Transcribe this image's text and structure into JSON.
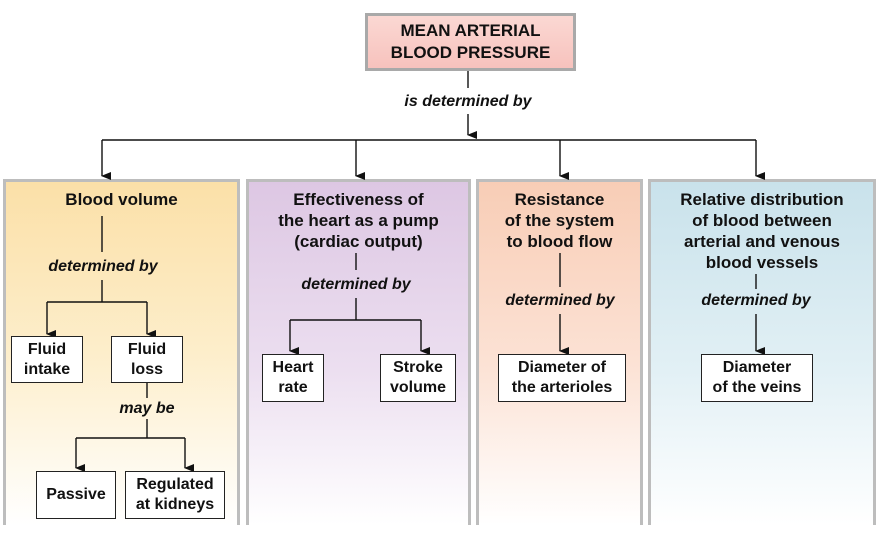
{
  "title": {
    "line1": "MEAN ARTERIAL",
    "line2": "BLOOD PRESSURE"
  },
  "top_connector": "is determined by",
  "columns": [
    {
      "heading": [
        "Blood volume"
      ],
      "connector": "determined by",
      "children": [
        {
          "lines": [
            "Fluid",
            "intake"
          ]
        },
        {
          "lines": [
            "Fluid",
            "loss"
          ]
        }
      ],
      "sub_connector": "may be",
      "sub_children": [
        {
          "lines": [
            "Passive"
          ]
        },
        {
          "lines": [
            "Regulated",
            "at kidneys"
          ]
        }
      ]
    },
    {
      "heading": [
        "Effectiveness of",
        "the heart as a pump",
        "(cardiac output)"
      ],
      "connector": "determined by",
      "children": [
        {
          "lines": [
            "Heart",
            "rate"
          ]
        },
        {
          "lines": [
            "Stroke",
            "volume"
          ]
        }
      ]
    },
    {
      "heading": [
        "Resistance",
        "of the system",
        "to blood flow"
      ],
      "connector": "determined by",
      "children": [
        {
          "lines": [
            "Diameter of",
            "the arterioles"
          ]
        }
      ]
    },
    {
      "heading": [
        "Relative distribution",
        "of blood between",
        "arterial and venous",
        "blood vessels"
      ],
      "connector": "determined by",
      "children": [
        {
          "lines": [
            "Diameter",
            "of the veins"
          ]
        }
      ]
    }
  ]
}
